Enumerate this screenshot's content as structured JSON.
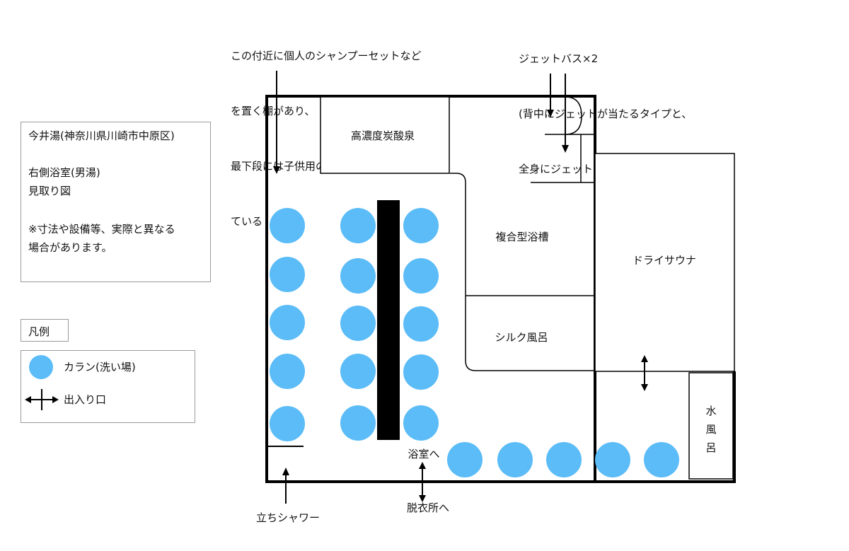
{
  "info_box": {
    "line1": "今井湯(神奈川県川崎市中原区)",
    "line2": "右側浴室(男湯)",
    "line3": "見取り図",
    "line4": "※寸法や設備等、実際と異なる",
    "line5": "場合があります。"
  },
  "legend": {
    "title": "凡例",
    "faucet_label": "カラン(洗い場)",
    "entrance_label": "出入り口"
  },
  "annotations": {
    "shelf_line1": "この付近に個人のシャンプーセットなど",
    "shelf_line2": "を置く棚があり、",
    "shelf_line3": "最下段には子供用のおもちゃも置かれ",
    "shelf_line4": "ている",
    "jet_line1": "ジェットバス×2",
    "jet_line2": "(背中にジェットが当たるタイプと、",
    "jet_line3": "全身にジェットが当たるタイプ)",
    "shower": "立ちシャワー",
    "to_bath": "浴室へ",
    "to_changing": "脱衣所へ"
  },
  "rooms": {
    "carbonic": "高濃度炭酸泉",
    "combined": "複合型浴槽",
    "silk": "シルク風呂",
    "sauna": "ドライサウナ",
    "cold_1": "水",
    "cold_2": "風",
    "cold_3": "呂"
  },
  "colors": {
    "faucet": "#5bbcf7",
    "wall": "#000000",
    "box_border": "#9a9a9a"
  }
}
